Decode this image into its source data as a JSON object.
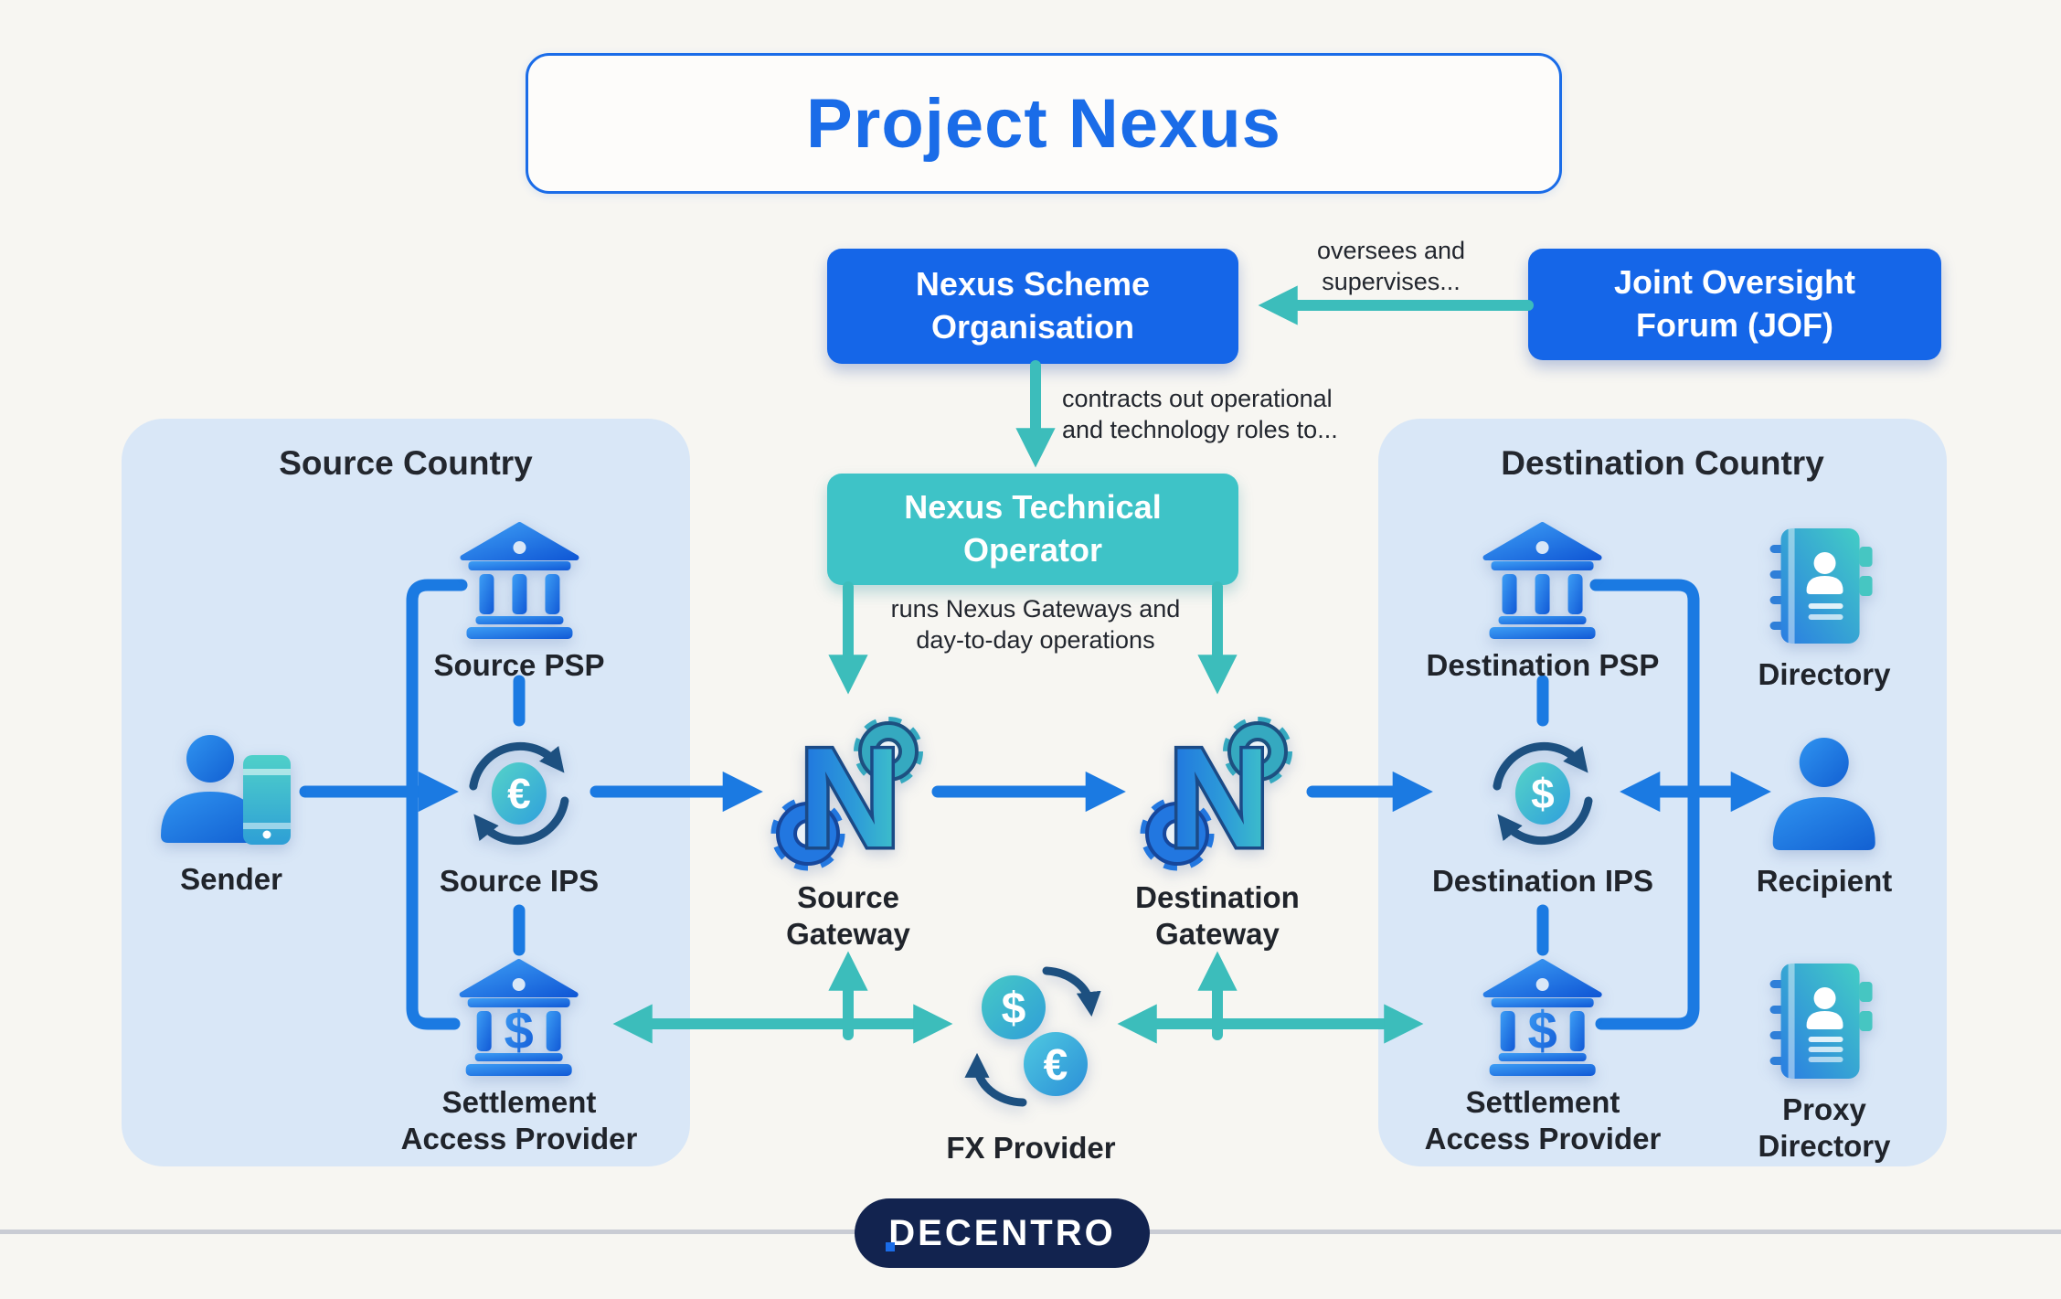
{
  "title": "Project Nexus",
  "colors": {
    "primary_blue": "#1a6ce8",
    "box_blue": "#1566e8",
    "teal_box": "#3ec3c7",
    "teal_arrow": "#3cbdbb",
    "blue_arrow": "#1b7ae2",
    "panel_blue": "#d9e7f7",
    "navy_logo": "#12234f"
  },
  "org": {
    "scheme_box_label": "Nexus Scheme\nOrganisation",
    "jof_box_label": "Joint Oversight\nForum (JOF)",
    "tech_box_label": "Nexus Technical\nOperator",
    "oversees_note": "oversees and\nsupervises...",
    "contracts_note": "contracts out operational\nand technology roles to...",
    "runs_note": "runs Nexus Gateways and\nday-to-day operations"
  },
  "panels": {
    "source_title": "Source Country",
    "destination_title": "Destination Country"
  },
  "nodes": {
    "sender": {
      "label": "Sender",
      "icon": "person-phone-icon"
    },
    "source_psp": {
      "label": "Source PSP",
      "icon": "bank-icon"
    },
    "source_ips": {
      "label": "Source IPS",
      "icon": "cycle-euro-icon"
    },
    "source_sap": {
      "label": "Settlement\nAccess Provider",
      "icon": "bank-dollar-icon"
    },
    "source_gateway": {
      "label": "Source\nGateway",
      "icon": "nexus-gateway-icon"
    },
    "destination_gateway": {
      "label": "Destination\nGateway",
      "icon": "nexus-gateway-icon"
    },
    "fx_provider": {
      "label": "FX Provider",
      "icon": "currency-exchange-icon"
    },
    "destination_psp": {
      "label": "Destination PSP",
      "icon": "bank-icon"
    },
    "directory": {
      "label": "Directory",
      "icon": "address-book-icon"
    },
    "destination_ips": {
      "label": "Destination IPS",
      "icon": "cycle-dollar-icon"
    },
    "recipient": {
      "label": "Recipient",
      "icon": "person-icon"
    },
    "destination_sap": {
      "label": "Settlement\nAccess Provider",
      "icon": "bank-dollar-icon"
    },
    "proxy_directory": {
      "label": "Proxy\nDirectory",
      "icon": "address-book-icon"
    }
  },
  "symbols": {
    "gateway_letter": "N",
    "dollar": "$",
    "euro": "€"
  },
  "footer": {
    "logo_text": "DECENTRO"
  }
}
